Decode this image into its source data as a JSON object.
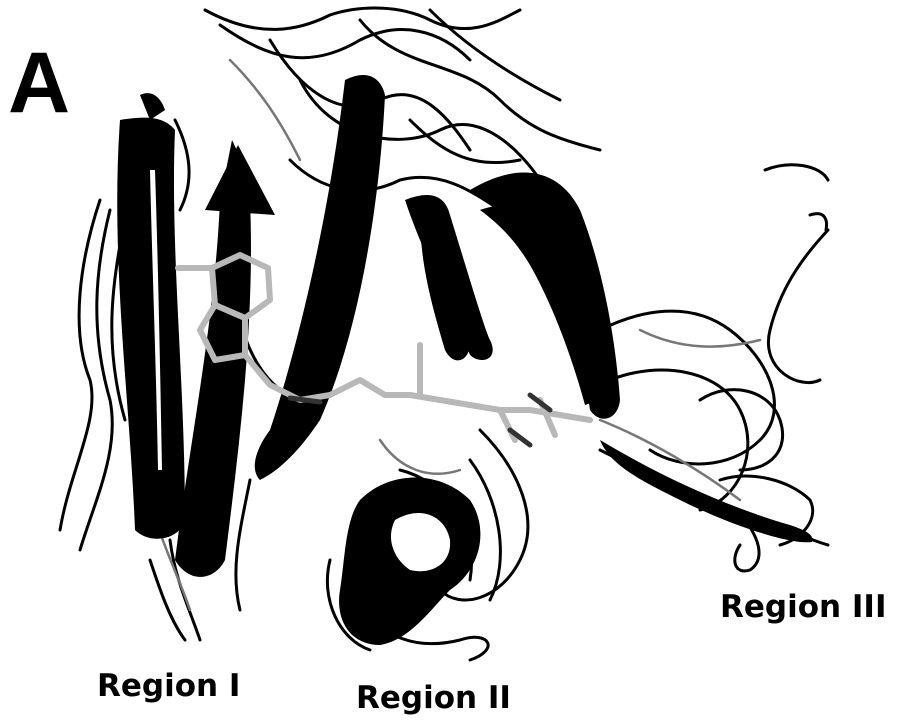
{
  "panel_label": "A",
  "regions": [
    {
      "label": "Region I"
    },
    {
      "label": "Region II"
    },
    {
      "label": "Region III"
    }
  ],
  "colors": {
    "strand": "#000000",
    "ligand": "#b8b8b8",
    "background": "#ffffff"
  }
}
